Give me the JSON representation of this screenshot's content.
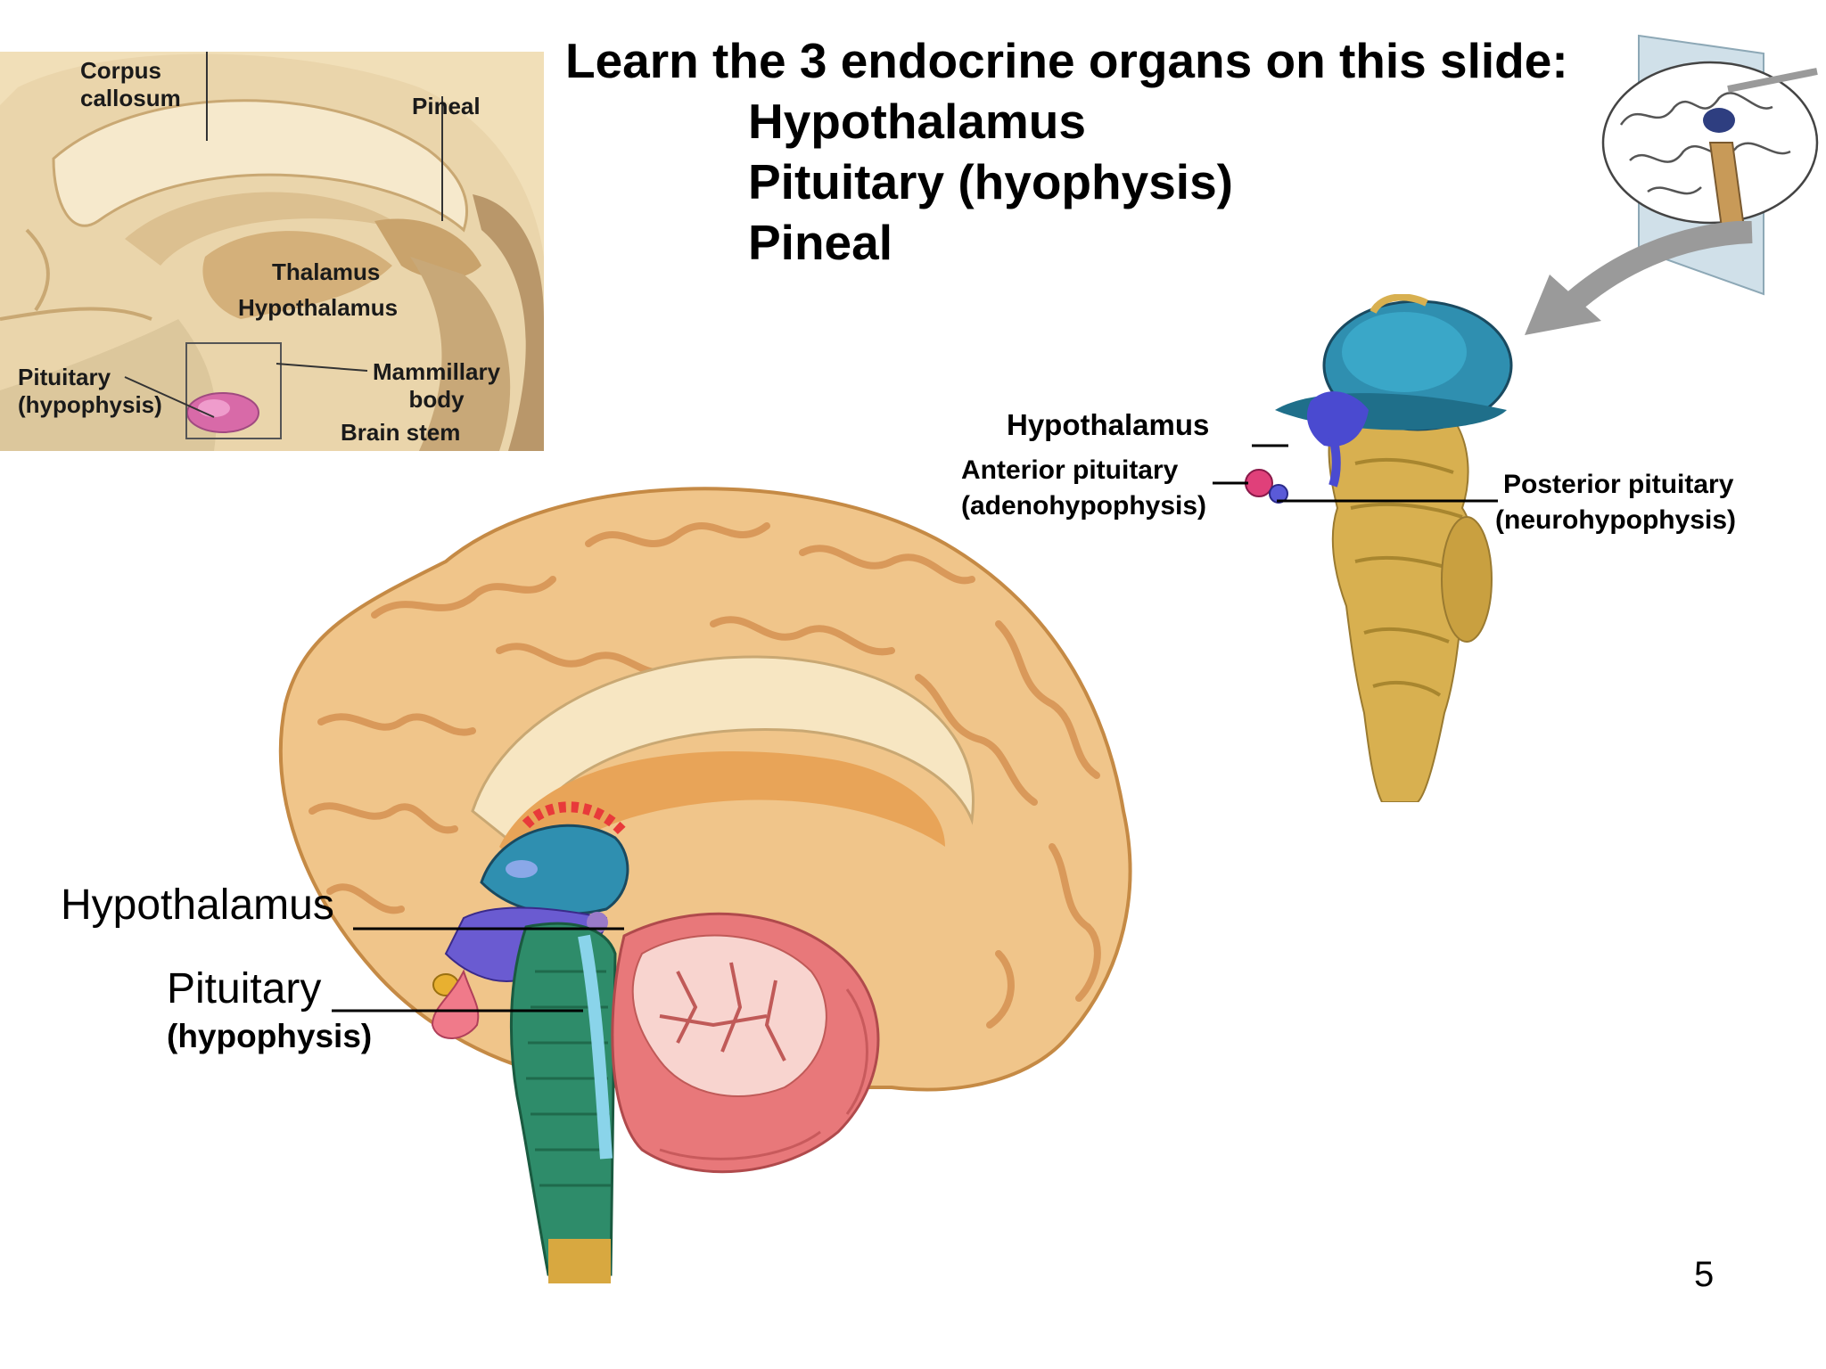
{
  "slide": {
    "title_line": "Learn the 3 endocrine organs on this slide:",
    "organs": [
      "Hypothalamus",
      "Pituitary (hyophysis)",
      "Pineal"
    ],
    "page_number": "5"
  },
  "inset_top_left": {
    "labels": {
      "corpus_callosum": "Corpus\ncallosum",
      "pineal": "Pineal",
      "thalamus": "Thalamus",
      "hypothalamus": "Hypothalamus",
      "pituitary": "Pituitary\n(hypophysis)",
      "mammillary_body": "Mammillary\nbody",
      "brain_stem": "Brain stem"
    }
  },
  "brainstem_figure": {
    "hypothalamus": "Hypothalamus",
    "anterior_pituitary": "Anterior pituitary",
    "anterior_pituitary_alt": "(adenohypophysis)",
    "posterior_pituitary": "Posterior pituitary",
    "posterior_pituitary_alt": "(neurohypophysis)"
  },
  "main_brain_figure": {
    "hypothalamus": "Hypothalamus",
    "pituitary": "Pituitary",
    "pituitary_alt": "(hypophysis)"
  },
  "colors": {
    "cortex": "#f0c58a",
    "cortex_dark": "#d9995a",
    "corpus_callosum": "#f7e6c2",
    "thalamus": "#2f8fb0",
    "hypothalamus": "#6a5bd1",
    "pituitary": "#f07a8a",
    "brainstem": "#2e8c6a",
    "cerebellum": "#e8787a",
    "cerebellum_inner": "#f8d4cf",
    "inset_bg": "#e8d3a8",
    "brainstem_gold": "#d8b050"
  }
}
